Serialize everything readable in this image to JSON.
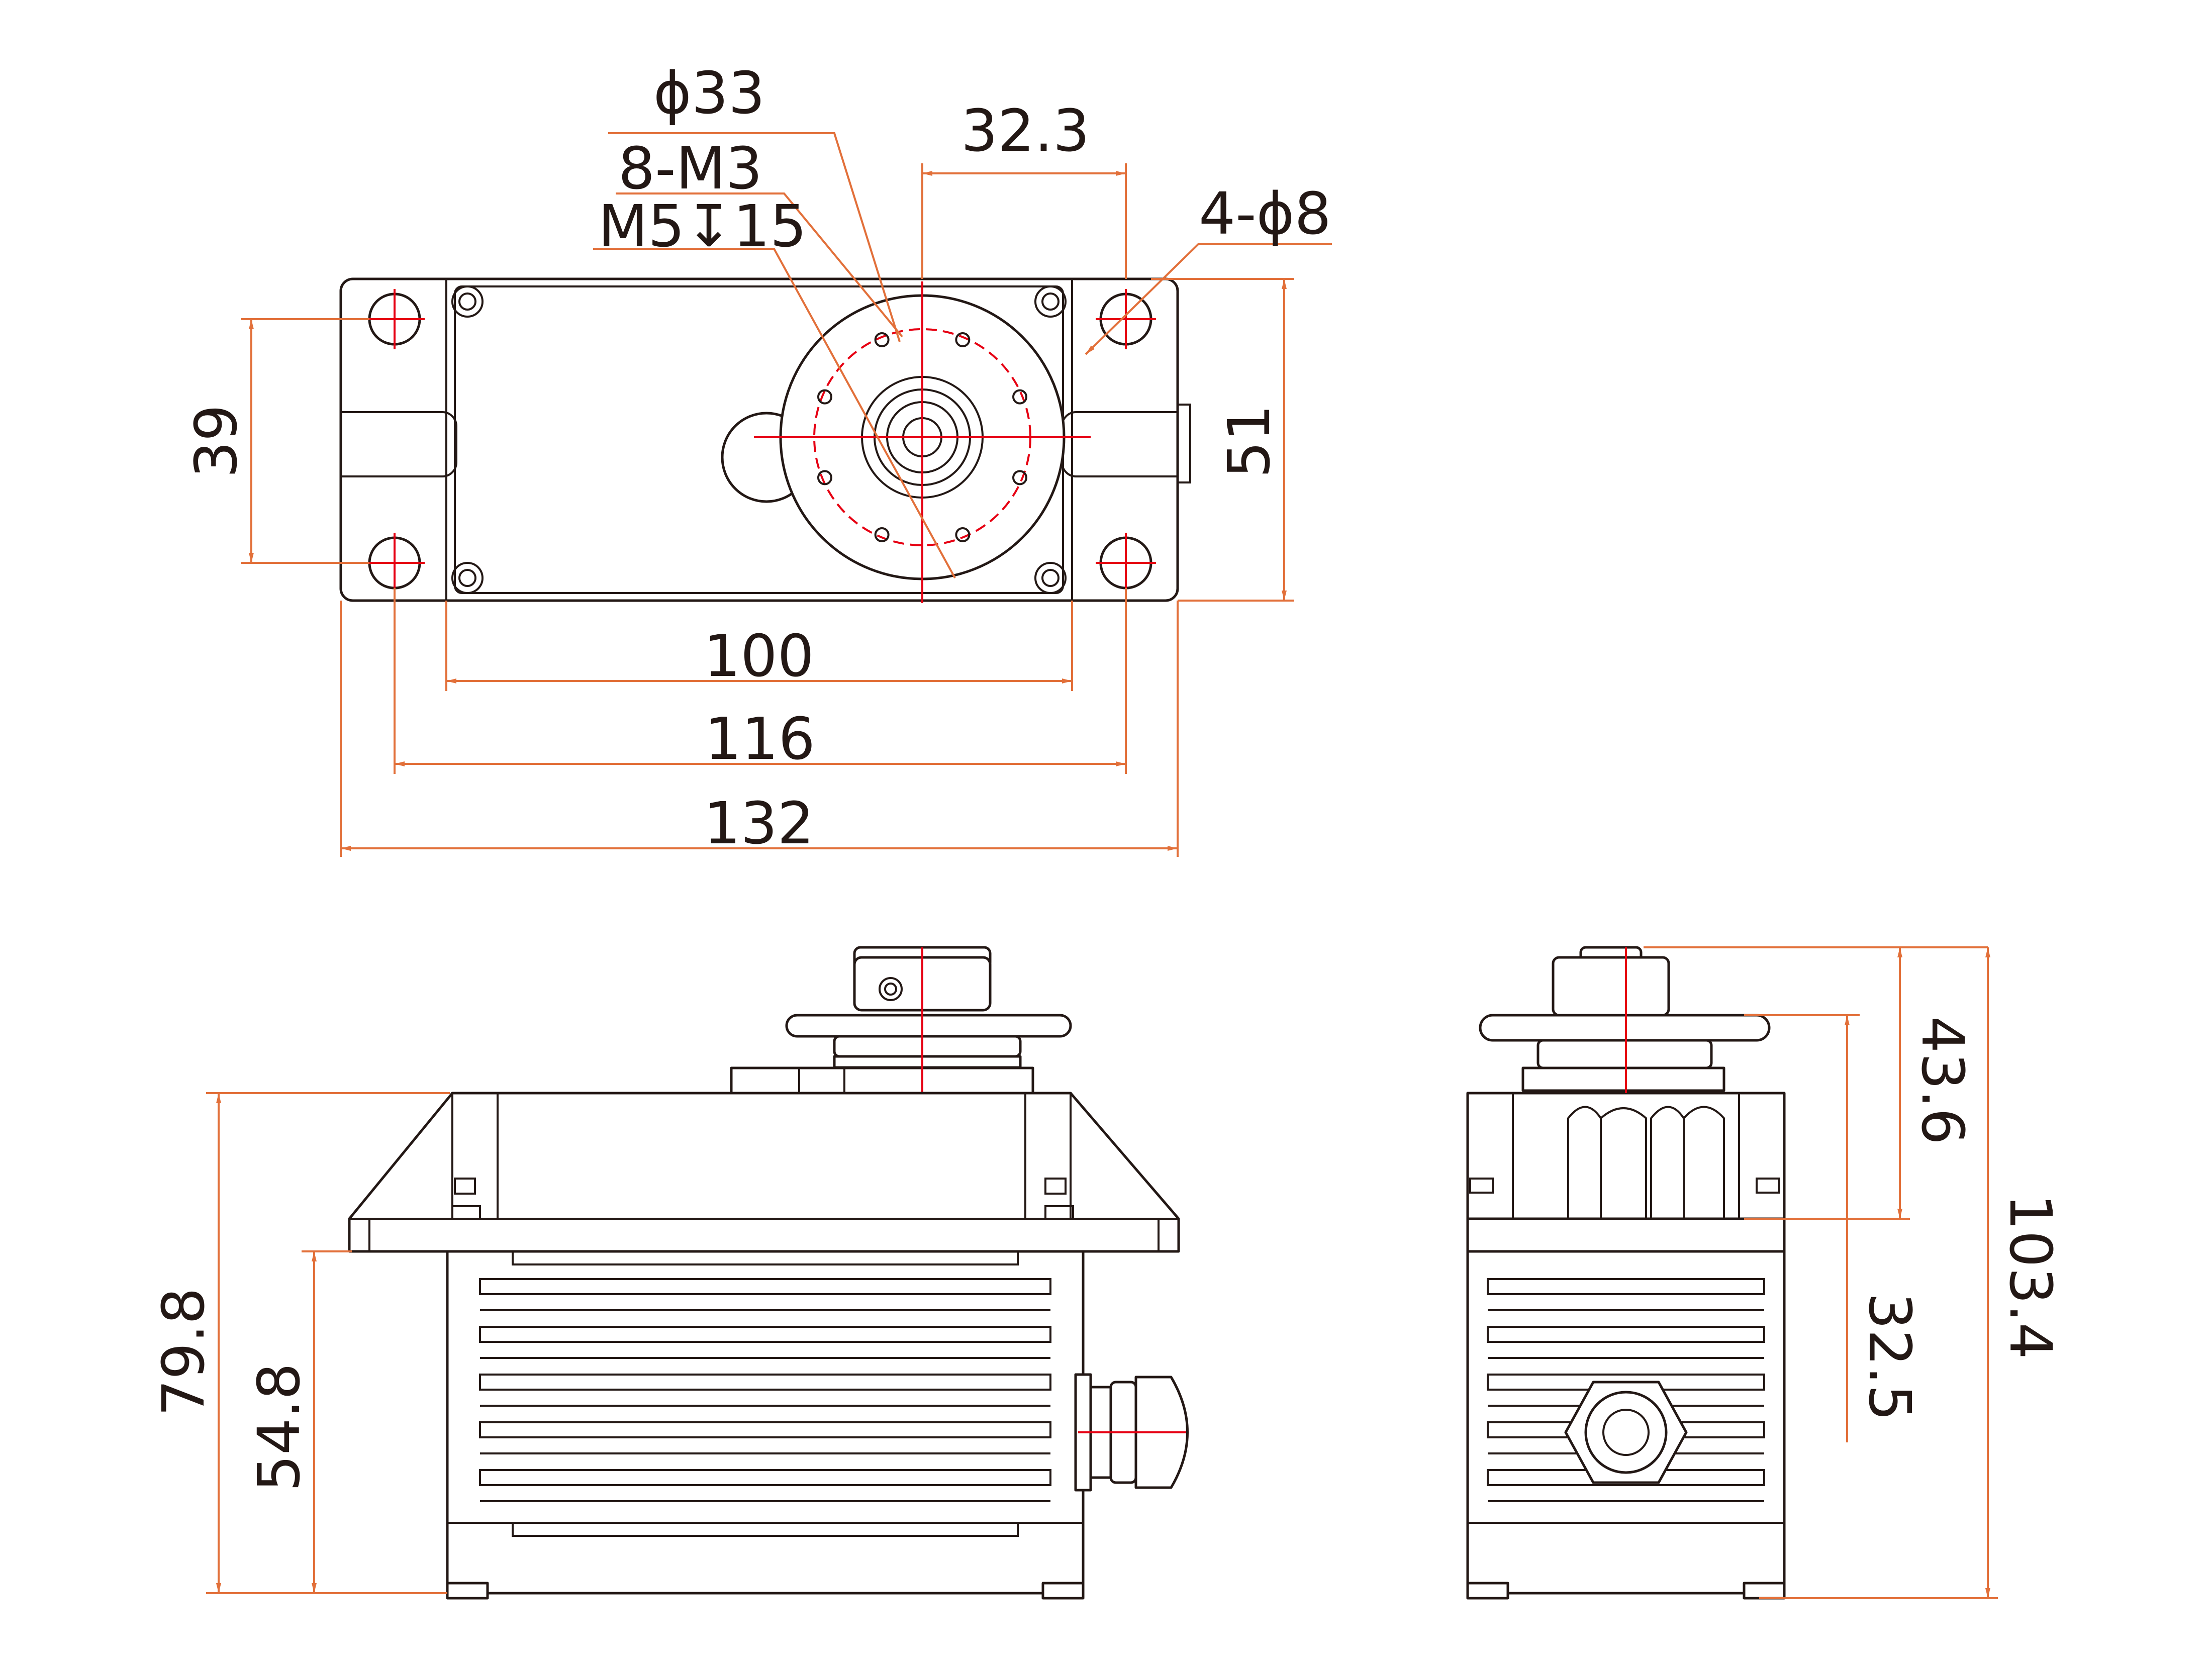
{
  "colors": {
    "outline": "#231815",
    "dimension": "#e2703a",
    "centerline": "#e60012",
    "background": "#ffffff"
  },
  "top_view": {
    "callouts": {
      "output_diameter": "ϕ33",
      "horn_threads": "8-M3",
      "center_thread": "M5↧15",
      "mount_holes": "4-ϕ8"
    },
    "dimensions": {
      "shaft_offset": "32.3",
      "hole_spacing_vertical": "39",
      "body_width": "51",
      "inner_length": "100",
      "hole_spacing_horizontal": "116",
      "overall_length": "132"
    }
  },
  "front_view": {
    "dimensions": {
      "overall_height": "79.8",
      "flange_height": "54.8"
    }
  },
  "side_view": {
    "dimensions": {
      "horn_height": "43.6",
      "case_height": "32.5",
      "total_height": "103.4"
    }
  }
}
